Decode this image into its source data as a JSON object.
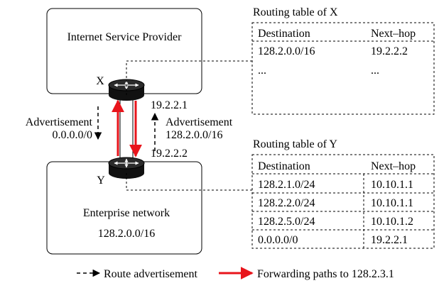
{
  "isp": {
    "title": "Internet Service Provider",
    "router_label": "X",
    "router_ip": "19.2.2.1"
  },
  "enterprise": {
    "title": "Enterprise network",
    "prefix": "128.2.0.0/16",
    "router_label": "Y",
    "router_ip": "19.2.2.2"
  },
  "advertisements": {
    "left_title": "Advertisement",
    "left_prefix": "0.0.0.0/0",
    "right_title": "Advertisement",
    "right_prefix": "128.2.0.0/16"
  },
  "table_x": {
    "title": "Routing table of X",
    "headers": [
      "Destination",
      "Next–hop"
    ],
    "rows": [
      [
        "128.2.0.0/16",
        "19.2.2.2"
      ],
      [
        "...",
        "..."
      ]
    ]
  },
  "table_y": {
    "title": "Routing table of Y",
    "headers": [
      "Destination",
      "Next–hop"
    ],
    "rows": [
      [
        "128.2.1.0/24",
        "10.10.1.1"
      ],
      [
        "128.2.2.0/24",
        "10.10.1.1"
      ],
      [
        "128.2.5.0/24",
        "10.10.1.2"
      ],
      [
        "0.0.0.0/0",
        "19.2.2.1"
      ]
    ]
  },
  "legend": {
    "advertisement_label": "Route advertisement",
    "forwarding_label": "Forwarding paths to 128.2.3.1"
  },
  "colors": {
    "forwarding": "#e8141b",
    "router": "#111111",
    "line": "#000000"
  }
}
